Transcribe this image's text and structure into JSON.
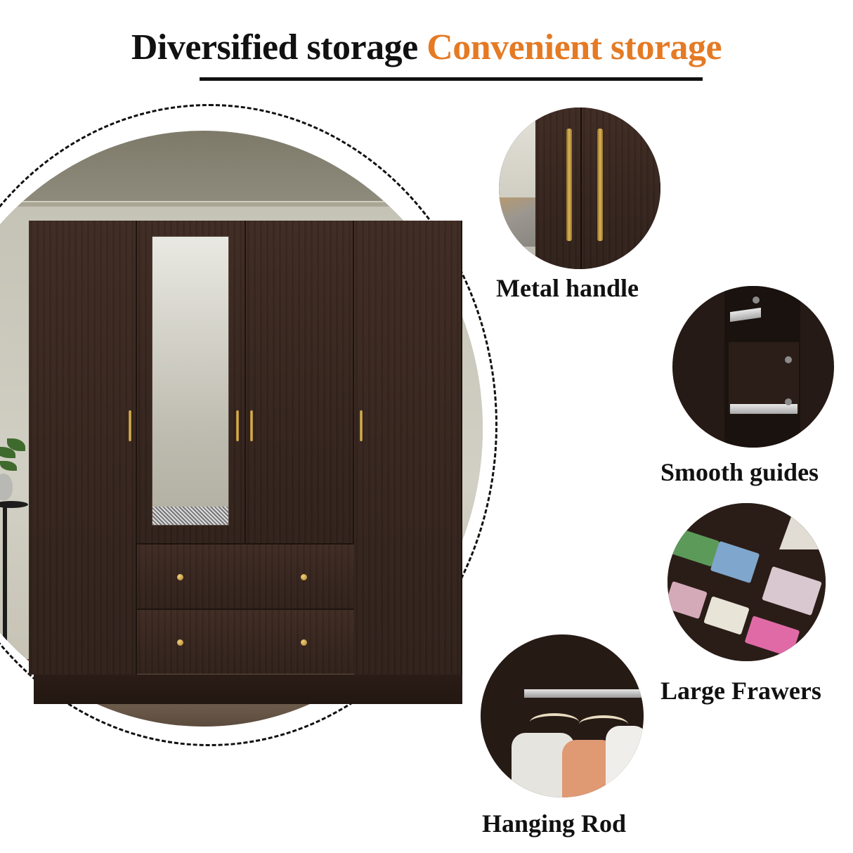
{
  "headline": {
    "part1": "Diversified storage",
    "part2": "Convenient storage",
    "part1_color": "#111111",
    "part2_color": "#e57a24"
  },
  "hero": {
    "subject": "4-door wardrobe with mirror and 2 drawers",
    "wood_color": "#35241d",
    "handle_color": "#d4ae55",
    "door_count": 4,
    "drawer_count": 2
  },
  "features": [
    {
      "label": "Metal handle",
      "icon": "metal-handle-photo"
    },
    {
      "label": "Smooth guides",
      "icon": "drawer-guides-photo"
    },
    {
      "label": "Large Frawers",
      "icon": "large-drawers-photo"
    },
    {
      "label": "Hanging Rod",
      "icon": "hanging-rod-photo"
    }
  ]
}
